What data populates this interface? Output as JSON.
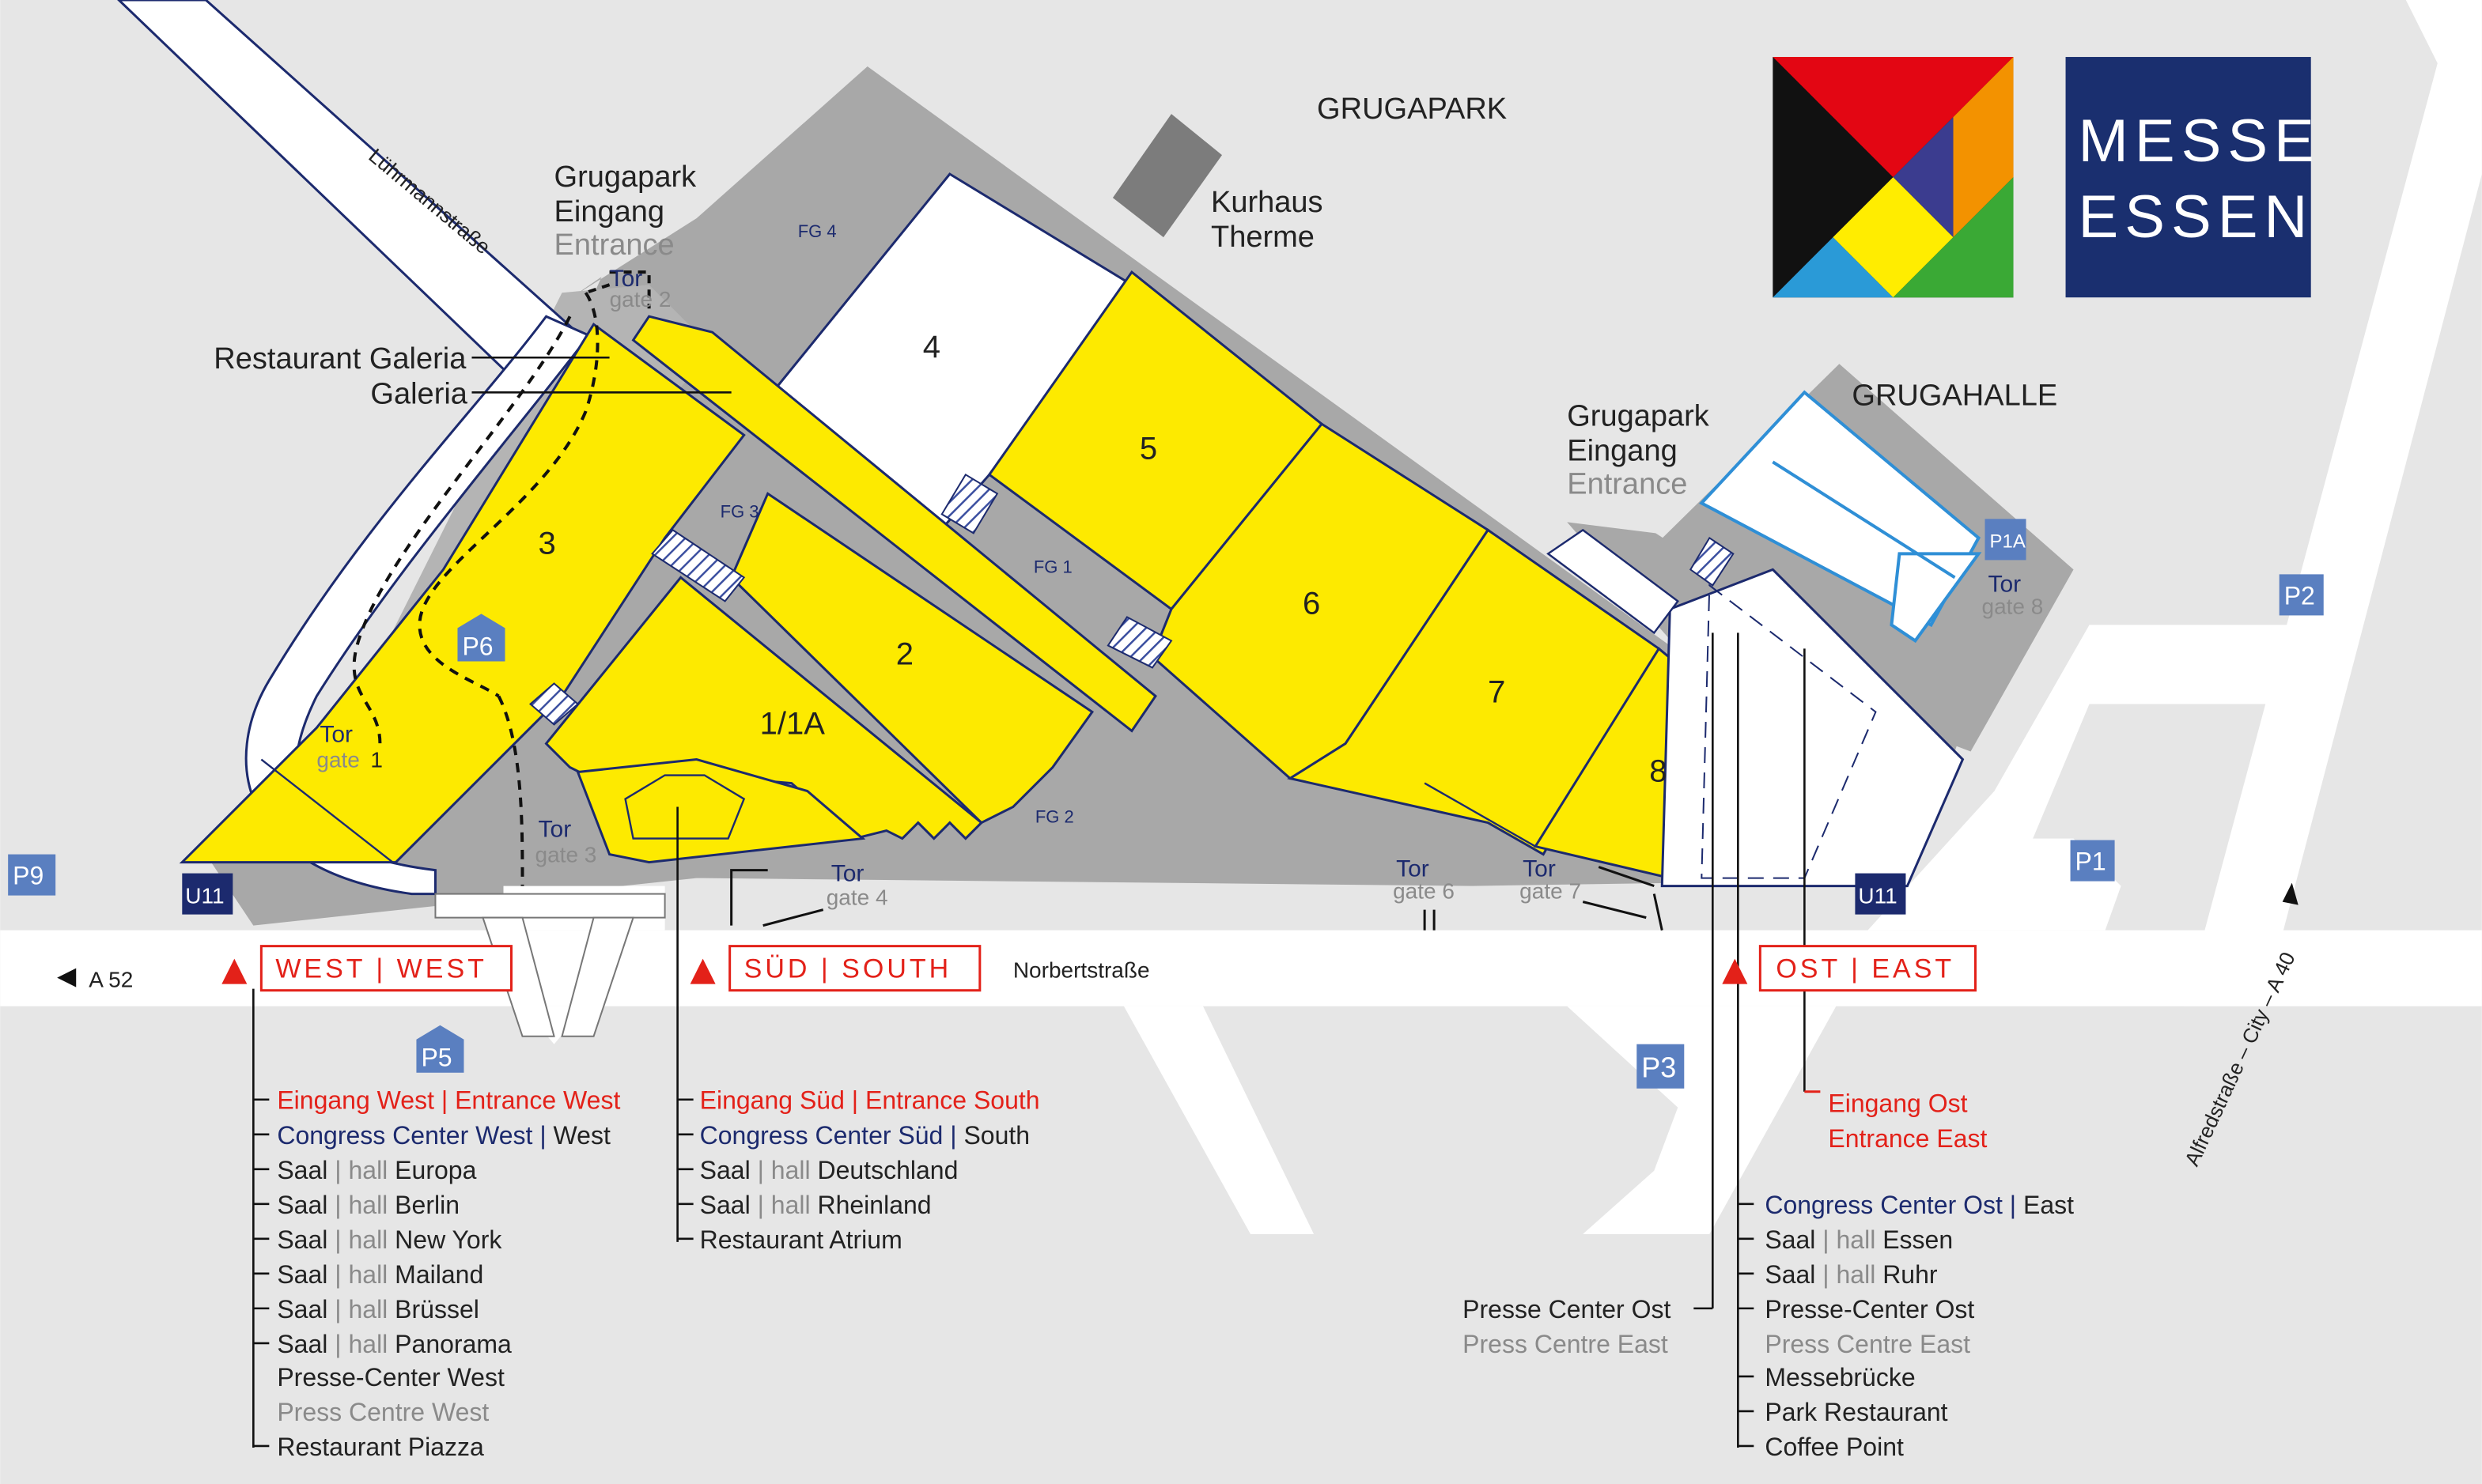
{
  "landmarks": {
    "grugapark": "GRUGAPARK",
    "grugahalle": "GRUGAHALLE",
    "kurhaus_line1": "Kurhaus",
    "kurhaus_line2": "Therme",
    "entrance_top": {
      "line1": "Grugapark",
      "line2": "Eingang",
      "line3": "Entrance"
    },
    "entrance_right": {
      "line1": "Grugapark",
      "line2": "Eingang",
      "line3": "Entrance"
    },
    "restaurant_galeria": "Restaurant Galeria",
    "galeria": "Galeria"
  },
  "logo": {
    "line1": "MESSE",
    "line2": "ESSEN"
  },
  "halls": {
    "h1": "1/1A",
    "h2": "2",
    "h3": "3",
    "h4": "4",
    "h5": "5",
    "h6": "6",
    "h7": "7",
    "h8": "8"
  },
  "foyers": {
    "fg1": "FG 1",
    "fg2": "FG 2",
    "fg3": "FG 3",
    "fg4": "FG 4"
  },
  "gates": {
    "g1": {
      "de": "Tor",
      "en": "gate",
      "num": "1"
    },
    "g2": {
      "de": "Tor",
      "en": "gate 2"
    },
    "g3": {
      "de": "Tor",
      "en": "gate 3"
    },
    "g4": {
      "de": "Tor",
      "en": "gate 4"
    },
    "g6": {
      "de": "Tor",
      "en": "gate 6"
    },
    "g7": {
      "de": "Tor",
      "en": "gate 7"
    },
    "g8": {
      "de": "Tor",
      "en": "gate 8"
    }
  },
  "parking": {
    "p1": "P1",
    "p1a": "P1A",
    "p2": "P2",
    "p3": "P3",
    "p5": "P5",
    "p6": "P6",
    "p9": "P9",
    "u11_left": "U11",
    "u11_right": "U11"
  },
  "roads": {
    "luehrmann": "Lührmannstraße",
    "norbert": "Norbertstraße",
    "a52": "A 52",
    "alfred": "Alfredstraße – City – A 40"
  },
  "entrances": {
    "west": "WEST | WEST",
    "south": "SÜD | SOUTH",
    "east": "OST | EAST"
  },
  "west_list": {
    "entrance": "Eingang West | Entrance West",
    "congress_de": "Congress Center West",
    "congress_en": "West",
    "halls": [
      {
        "de": "Saal",
        "en": "hall",
        "name": "Europa"
      },
      {
        "de": "Saal",
        "en": "hall",
        "name": "Berlin"
      },
      {
        "de": "Saal",
        "en": "hall",
        "name": "New York"
      },
      {
        "de": "Saal",
        "en": "hall",
        "name": "Mailand"
      },
      {
        "de": "Saal",
        "en": "hall",
        "name": "Brüssel"
      },
      {
        "de": "Saal",
        "en": "hall",
        "name": "Panorama"
      }
    ],
    "presse_de": "Presse-Center West",
    "presse_en": "Press Centre West",
    "restaurant": "Restaurant Piazza"
  },
  "south_list": {
    "entrance": "Eingang Süd | Entrance South",
    "congress_de": "Congress Center Süd",
    "congress_en": "South",
    "halls": [
      {
        "de": "Saal",
        "en": "hall",
        "name": "Deutschland"
      },
      {
        "de": "Saal",
        "en": "hall",
        "name": "Rheinland"
      }
    ],
    "restaurant": "Restaurant Atrium"
  },
  "east_entrance": {
    "line1": "Eingang Ost",
    "line2": "Entrance East"
  },
  "presse_ost": {
    "de": "Presse Center Ost",
    "en": "Press Centre East"
  },
  "east_list": {
    "congress_de": "Congress Center Ost",
    "congress_en": "East",
    "halls": [
      {
        "de": "Saal",
        "en": "hall",
        "name": "Essen"
      },
      {
        "de": "Saal",
        "en": "hall",
        "name": "Ruhr"
      }
    ],
    "presse_de": "Presse-Center Ost",
    "presse_en": "Press Centre East",
    "items": [
      "Messebrücke",
      "Park Restaurant",
      "Coffee Point"
    ]
  },
  "colors": {
    "background": "#e6e6e6",
    "ground": "#a8a8a8",
    "hall_yellow": "#fdea00",
    "navy": "#1c2a6e",
    "red": "#e32119",
    "parking_blue": "#5a7fc0",
    "grugahalle_blue": "#2f8fd6",
    "logo_red": "#e30613",
    "logo_orange": "#f39200",
    "logo_green": "#3aa935",
    "logo_blue": "#2a9ad7",
    "logo_purple": "#3b3c8f",
    "logo_yellow": "#ffed00",
    "logo_black": "#111111",
    "logo_navy": "#1a2f6f"
  }
}
